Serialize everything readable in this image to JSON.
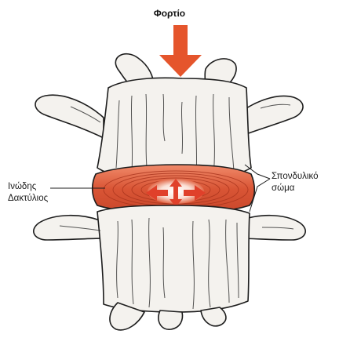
{
  "load_label": "Φορτίο",
  "annulus_label_line1": "Ινώδης",
  "annulus_label_line2": "Δακτύλιος",
  "body_label_line1": "Σπονδυλικό",
  "body_label_line2": "σώμα",
  "colors": {
    "arrow": "#e5552c",
    "disc": "#e36a4a",
    "disc_ring": "#b23a22",
    "bone": "#f4f2ee",
    "outline": "#1d1d1d"
  }
}
